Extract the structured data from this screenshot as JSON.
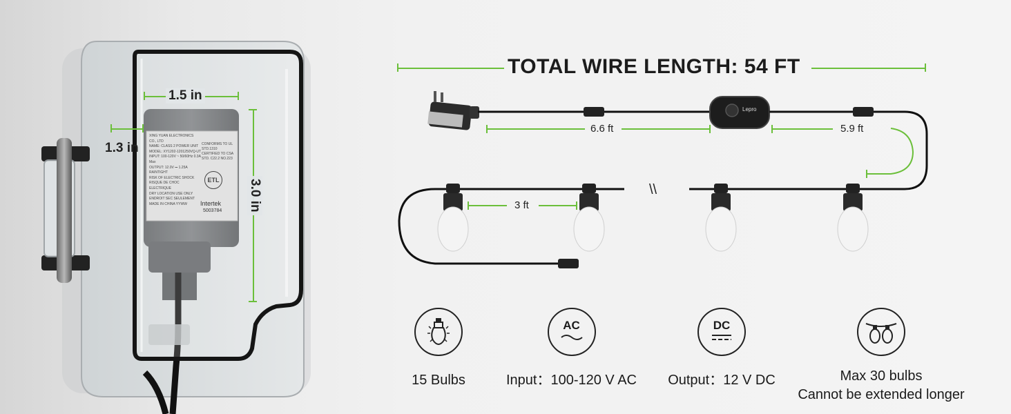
{
  "title": "TOTAL WIRE LENGTH: 54 FT",
  "adapter_box": {
    "width_label": "1.5 in",
    "depth_label": "1.3 in",
    "height_label": "3.0 in",
    "label_lines": [
      "XING YUAN ELECTRONICS CO., LTD",
      "NAME: CLASS 2 POWER UNIT",
      "MODEL: XY1202-1201250VQ-UT",
      "INPUT: 100-120V ~ 50/60Hz 0.3A Max",
      "OUTPUT: 12.0V ⎓ 1.25A",
      "RAINTIGHT",
      "RISK OF ELECTRIC SHOCK",
      "RISQUE DE CHOC ELECTRIQUE",
      "DRY LOCATION USE ONLY",
      "ENDROIT SEC SEULEMENT",
      "MADE IN CHINA YYWW"
    ],
    "cert_lines": [
      "CONFORMS TO UL",
      "STD.1310",
      "CERTIFIED TO CSA",
      "STD. C22.2 NO.223"
    ],
    "cert_mark": "Intertek",
    "cert_number": "5003784"
  },
  "cable_dims": {
    "lead_length": "6.6 ft",
    "controller_length": "5.9 ft",
    "bulb_spacing": "3 ft"
  },
  "controller": {
    "brand": "Lepro"
  },
  "break_mark": "\\\\",
  "features": [
    {
      "icon": "bulb-icon",
      "label": "15 Bulbs"
    },
    {
      "icon": "ac-icon",
      "icon_text": "AC",
      "label": "Input：100-120 V AC"
    },
    {
      "icon": "dc-icon",
      "icon_text": "DC",
      "label": "Output：12 V  DC"
    },
    {
      "icon": "string-lights-icon",
      "label_lines": [
        "Max 30 bulbs",
        "Cannot be extended longer"
      ]
    }
  ],
  "colors": {
    "accent_green": "#6bbf3a",
    "dark": "#1a1a1a"
  }
}
